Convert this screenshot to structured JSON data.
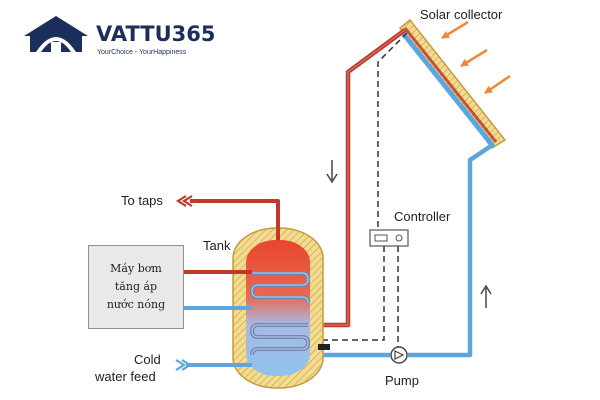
{
  "brand": {
    "name": "VATTU365",
    "tagline": "YourChoice - YourHappiness",
    "logo_icon": "house-logo-icon",
    "color": "#1c2f5c"
  },
  "diagram": {
    "solar_collector": "Solar collector",
    "controller": "Controller",
    "tank": "Tank",
    "to_taps": "To taps",
    "pump": "Pump",
    "cold_water_line1": "Cold",
    "cold_water_line2": "water feed",
    "note_line1": "Máy bơm",
    "note_line2": "tăng áp",
    "note_line3": "nước nóng"
  },
  "colors": {
    "hot_pipe": "#c0392b",
    "cold_pipe": "#5aa7df",
    "tank_hot": "#e8452c",
    "tank_cold": "#8fc3ee",
    "insulation": "#e9cf86",
    "sun_rays": "#f0883a",
    "control_wire": "#333333"
  }
}
